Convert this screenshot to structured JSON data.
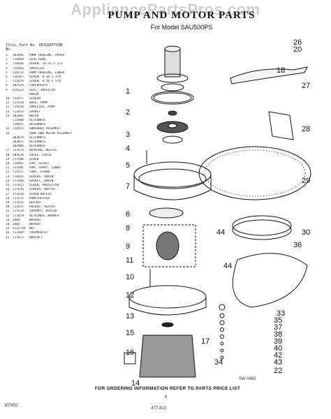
{
  "watermark": "AppliancePartsPros.com",
  "header": {
    "title": "PUMP AND MOTOR PARTS",
    "subtitle": "For Model SAU500PS"
  },
  "table": {
    "col_key": "Illus. No.",
    "col_part": "Part No.",
    "col_desc": "DESCRIPTION",
    "rows": [
      {
        "k": "1",
        "p": "302096",
        "d": "PUMP HOUSING, UPPER"
      },
      {
        "k": "2",
        "p": "716959",
        "d": "SEAL RING"
      },
      {
        "k": "3",
        "p": "716656",
        "d": "SCREW, 10-32 x 1/2"
      },
      {
        "k": "4",
        "p": "715963",
        "d": "IMPELLER"
      },
      {
        "k": "5",
        "p": "716232",
        "d": "PUMP HOUSING, LOWER"
      },
      {
        "k": "6",
        "p": "716327",
        "d": "SCREW, 8-18 x 3/8"
      },
      {
        "k": "7",
        "p": "715678",
        "d": "SCREW, 8-18 x 5/8"
      },
      {
        "k": "8",
        "p": "302536",
        "d": "COVERPLATE"
      },
      {
        "k": "9",
        "p": "676122",
        "d": "SEAT, IMPELLER"
      },
      {
        "k": "",
        "p": "",
        "d": "DRAIN"
      },
      {
        "k": "10",
        "p": "715677",
        "d": "SCREEN"
      },
      {
        "k": "11",
        "p": "715578",
        "d": "BASE, PUMP"
      },
      {
        "k": "12",
        "p": "715970",
        "d": "IMPELLER, PUMP"
      },
      {
        "k": "13",
        "p": "715653",
        "d": "GASKET"
      },
      {
        "k": "14",
        "p": "302965",
        "d": "MOTOR"
      },
      {
        "k": "",
        "p": "715600",
        "d": "ALTERNATE"
      },
      {
        "k": "",
        "p": "716947",
        "d": "ALTERNATE"
      },
      {
        "k": "15",
        "p": "716911",
        "d": "SHREDDER ASSEMBLY"
      },
      {
        "k": "16",
        "p": "",
        "d": "PUMP AND MOTOR ASSEMBLY"
      },
      {
        "k": "",
        "p": "303074",
        "d": "ALTERNATE"
      },
      {
        "k": "",
        "p": "303075",
        "d": "ALTERNATE"
      },
      {
        "k": "",
        "p": "302906",
        "d": "ALTERNATE"
      },
      {
        "k": "17",
        "p": "717676",
        "d": "BEARING, NOZZLE"
      },
      {
        "k": "18",
        "p": "303610",
        "d": "VALVE, CHECK"
      },
      {
        "k": "19",
        "p": "717560",
        "d": "SCREW"
      },
      {
        "k": "20",
        "p": "716951",
        "d": "CAP, SOCKET"
      },
      {
        "k": "21",
        "p": "717691",
        "d": "ARM, SPRAY, LOWER"
      },
      {
        "k": "22",
        "p": "715277",
        "d": "TUBE, ELBOW"
      },
      {
        "k": "23",
        "p": "716926",
        "d": "SCREEN, DRAIN"
      },
      {
        "k": "24",
        "p": "717660",
        "d": "GASKET, DRAIN"
      },
      {
        "k": "25",
        "p": "717615",
        "d": "SCREW, PROTECTOR"
      },
      {
        "k": "26",
        "p": "717616",
        "d": "SCREEN, BUFFER"
      },
      {
        "k": "27",
        "p": "717519",
        "d": "SCREW BUFFER"
      },
      {
        "k": "28",
        "p": "717575",
        "d": "PUMP/HEATER"
      },
      {
        "k": "29",
        "p": "717614",
        "d": "HEATER"
      },
      {
        "k": "30",
        "p": "717617",
        "d": "HOLDER, HEATER"
      },
      {
        "k": "31",
        "p": "717618",
        "d": "SUPPORT, HEATER"
      },
      {
        "k": "32",
        "p": "717619",
        "d": "RETAINER, WASHER"
      },
      {
        "k": "33",
        "p": "3404",
        "d": "WASHER"
      },
      {
        "k": "34",
        "p": "3405",
        "d": "WASHER"
      },
      {
        "k": "35",
        "p": "9123-84",
        "d": "NUT"
      },
      {
        "k": "36",
        "p": "717094",
        "d": "THERMOSTAT"
      },
      {
        "k": "41",
        "p": "717673",
        "d": "BRACKET"
      }
    ]
  },
  "callouts": {
    "left": [
      "1",
      "2",
      "3",
      "4",
      "5",
      "7",
      "6",
      "8",
      "9",
      "11",
      "10",
      "12",
      "13",
      "15",
      "16",
      "14",
      "17"
    ],
    "right": [
      "26",
      "20",
      "18",
      "27",
      "28",
      "29",
      "30",
      "44",
      "36",
      "44",
      "33",
      "35",
      "37",
      "38",
      "39",
      "40",
      "42",
      "43",
      "22",
      "34"
    ]
  },
  "footer": "FOR ORDERING INFORMATION REFER TO PARTS PRICE LIST",
  "page_code": "307452",
  "diagram_code": "SW 0482",
  "page_number": "6",
  "handwriting": "477-813"
}
